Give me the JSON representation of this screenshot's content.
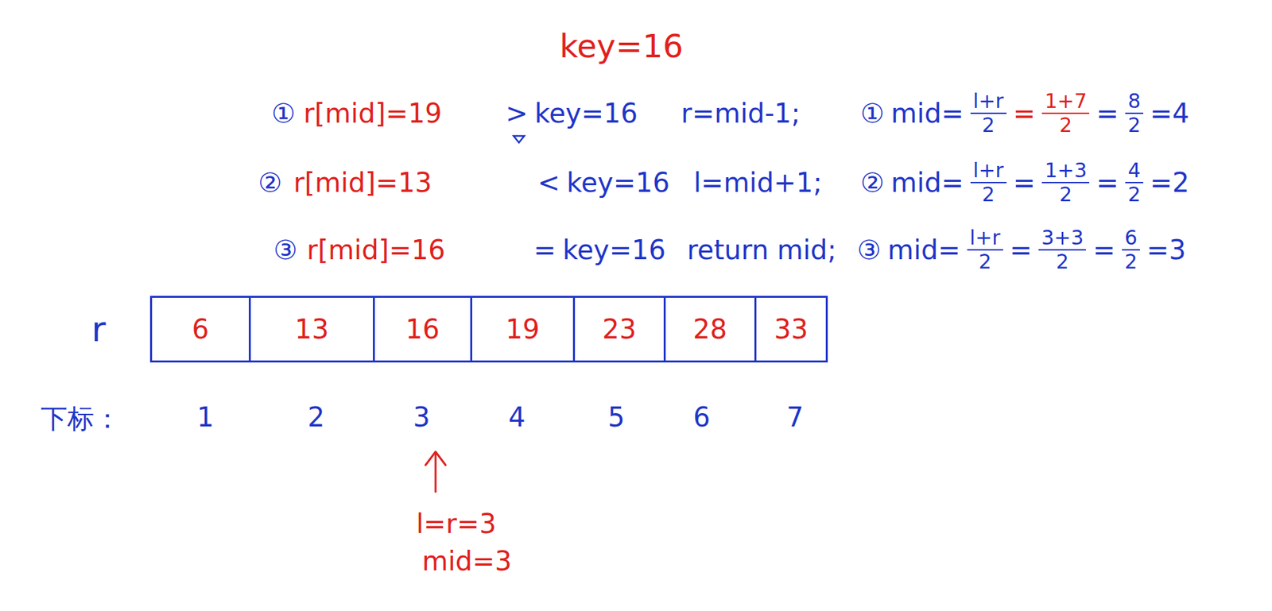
{
  "diagram": {
    "nodes": [
      {
        "text": [
          "6"
        ]
      },
      {
        "text": [
          "13"
        ]
      },
      {
        "text": [
          "16"
        ]
      },
      {
        "text": [
          "19"
        ]
      },
      {
        "text": [
          "23"
        ]
      },
      {
        "text": [
          "28"
        ]
      },
      {
        "text": [
          "33"
        ]
      }
    ],
    "labels": [
      "key=16",
      "①",
      "r[mid]=19",
      ">",
      "key=16",
      "r=mid-1;",
      "①",
      "mid=",
      "l+r",
      "2",
      "=",
      "1+7",
      "2",
      "=",
      "8",
      "2",
      "=4",
      "②",
      "r[mid]=13",
      "<",
      "key=16",
      "l=mid+1;",
      "②",
      "mid=",
      "l+r",
      "2",
      "=",
      "1+3",
      "2",
      "=",
      "4",
      "2",
      "=2",
      "③",
      "r[mid]=16",
      "=",
      "key=16",
      "return mid;",
      "③",
      "mid=",
      "l+r",
      "2",
      "=",
      "3+3",
      "2",
      "=",
      "6",
      "2",
      "=3",
      "r",
      "下标：",
      "1",
      "2",
      "3",
      "4",
      "5",
      "6",
      "7",
      "l=r=3",
      "mid=3"
    ]
  }
}
